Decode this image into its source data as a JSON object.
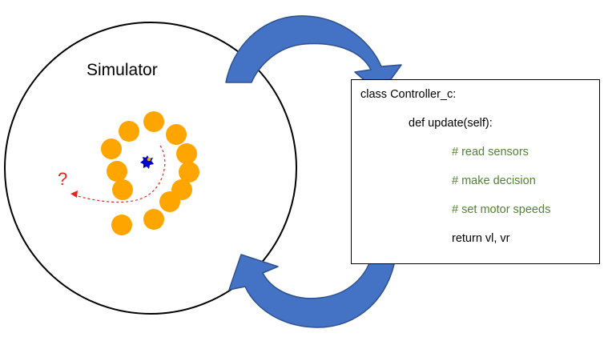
{
  "simulator": {
    "label": "Simulator",
    "question_mark": "?"
  },
  "controller": {
    "lines": [
      {
        "text": "class Controller_c:",
        "type": "code"
      },
      {
        "text": "def update(self):",
        "type": "code"
      },
      {
        "text": "# read sensors",
        "type": "comment"
      },
      {
        "text": "# make decision",
        "type": "comment"
      },
      {
        "text": "# set motor speeds",
        "type": "comment"
      },
      {
        "text": "return vl, vr",
        "type": "code"
      }
    ]
  },
  "colors": {
    "arrow_fill": "#4472C4",
    "arrow_stroke": "#2F528F",
    "obstacle": "#FFA500",
    "robot": "#0000CC",
    "robot_marker": "#E8B000",
    "trail": "#E8241A",
    "question_mark": "#E8241A",
    "comment_text": "#538135",
    "outline": "#000000"
  },
  "icons": {
    "cycle_arrows": "curved-block-arrow",
    "robot": "robot-icon",
    "obstacles": "circle-marker"
  }
}
